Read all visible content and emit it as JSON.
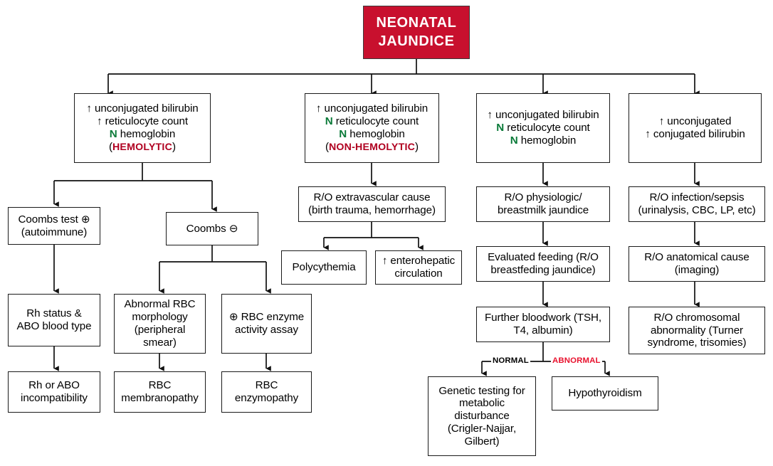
{
  "diagram": {
    "title": "NEONATAL JAUNDICE",
    "root": {
      "label_line1": "NEONATAL",
      "label_line2": "JAUNDICE",
      "color": "#C8102E",
      "text_color": "#FFFFFF"
    },
    "colors": {
      "accent_red": "#C8102E",
      "normal_green": "#0A7A38",
      "abnormal_red": "#E8112D",
      "hemolytic_red": "#B00020",
      "box_border": "#1A1A1A",
      "background": "#FFFFFF"
    },
    "symbols": {
      "up_arrow": "↑",
      "normal": "N",
      "positive": "⊕",
      "negative": "⊖"
    },
    "edge_labels": {
      "normal": "NORMAL",
      "abnormal": "ABNORMAL"
    },
    "branches": [
      {
        "id": "hemolytic",
        "criteria": {
          "line1": "↑ unconjugated bilirubin",
          "line2": "↑ reticulocyte count",
          "line3_n": "N",
          "line3_rest": " hemoglobin",
          "tag_open": "(",
          "tag": "HEMOLYTIC",
          "tag_close": ")"
        },
        "children": [
          {
            "id": "coombs-positive",
            "lines": [
              "Coombs test ⊕",
              "(autoimmune)"
            ]
          },
          {
            "id": "coombs-negative",
            "lines": [
              "Coombs ⊖"
            ]
          }
        ],
        "leaves": [
          {
            "id": "rh-abo-type",
            "lines": [
              "Rh status &",
              "ABO blood type"
            ]
          },
          {
            "id": "rh-abo-incompatibility",
            "lines": [
              "Rh or ABO",
              "incompatibility"
            ]
          },
          {
            "id": "abnormal-rbc-morphology",
            "lines": [
              "Abnormal RBC",
              "morphology",
              "(peripheral",
              "smear)"
            ]
          },
          {
            "id": "rbc-membranopathy",
            "lines": [
              "RBC",
              "membranopathy"
            ]
          },
          {
            "id": "rbc-enzyme-assay",
            "lines": [
              "⊕ RBC enzyme",
              "activity assay"
            ]
          },
          {
            "id": "rbc-enzymopathy",
            "lines": [
              "RBC",
              "enzymopathy"
            ]
          }
        ]
      },
      {
        "id": "non-hemolytic",
        "criteria": {
          "line1": "↑ unconjugated bilirubin",
          "line2_n": "N",
          "line2_rest": " reticulocyte count",
          "line3_n": "N",
          "line3_rest": " hemoglobin",
          "tag_open": "(",
          "tag": "NON-HEMOLYTIC",
          "tag_close": ")"
        },
        "steps": [
          {
            "id": "ro-extravascular",
            "lines": [
              "R/O extravascular cause",
              "(birth trauma, hemorrhage)"
            ]
          }
        ],
        "leaves": [
          {
            "id": "polycythemia",
            "lines": [
              "Polycythemia"
            ]
          },
          {
            "id": "enterohepatic-circulation",
            "lines": [
              "↑ enterohepatic",
              "circulation"
            ]
          }
        ]
      },
      {
        "id": "physiologic",
        "criteria": {
          "line1": "↑ unconjugated bilirubin",
          "line2_n": "N",
          "line2_rest": " reticulocyte count",
          "line3_n": "N",
          "line3_rest": " hemoglobin"
        },
        "steps": [
          {
            "id": "ro-physiologic-breastmilk",
            "lines": [
              "R/O physiologic/",
              "breastmilk jaundice"
            ]
          },
          {
            "id": "evaluated-feeding",
            "lines": [
              "Evaluated feeding (R/O",
              "breastfeding jaundice)"
            ]
          },
          {
            "id": "further-bloodwork",
            "lines": [
              "Further bloodwork (TSH,",
              "T4, albumin)"
            ]
          }
        ],
        "leaves": [
          {
            "id": "genetic-testing",
            "lines": [
              "Genetic testing for",
              "metabolic",
              "disturbance",
              "(Crigler-Najjar,",
              "Gilbert)"
            ]
          },
          {
            "id": "hypothyroidism",
            "lines": [
              "Hypothyroidism"
            ]
          }
        ]
      },
      {
        "id": "cholestatic",
        "criteria": {
          "line1": "↑ unconjugated",
          "line2": "↑ conjugated bilirubin"
        },
        "steps": [
          {
            "id": "ro-infection-sepsis",
            "lines": [
              "R/O infection/sepsis",
              "(urinalysis, CBC, LP, etc)"
            ]
          },
          {
            "id": "ro-anatomical-cause",
            "lines": [
              "R/O anatomical cause",
              "(imaging)"
            ]
          },
          {
            "id": "ro-chromosomal-abnormality",
            "lines": [
              "R/O chromosomal",
              "abnormality (Turner",
              "syndrome, trisomies)"
            ]
          }
        ]
      }
    ]
  }
}
